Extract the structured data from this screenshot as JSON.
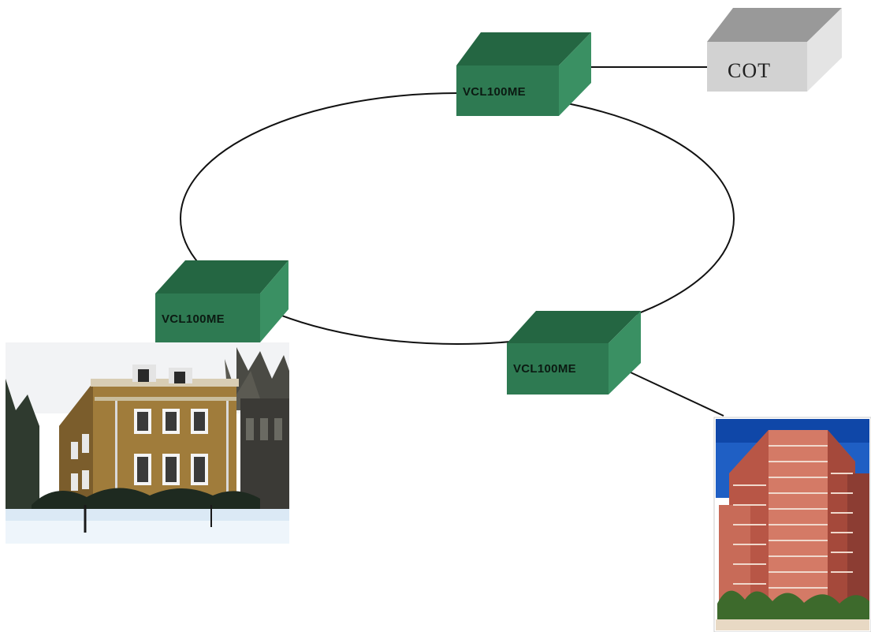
{
  "diagram": {
    "nodes": [
      {
        "id": "node-top",
        "label": "VCL100ME"
      },
      {
        "id": "node-left",
        "label": "VCL100ME"
      },
      {
        "id": "node-right",
        "label": "VCL100ME"
      }
    ],
    "cot": {
      "label": "COT"
    },
    "colors": {
      "box_front": "#2e7a52",
      "box_top": "#246642",
      "box_side": "#3a9063",
      "cot_front": "#d4d4d4",
      "cot_top": "#999999",
      "cot_side": "#e6e6e6",
      "line": "#111111"
    },
    "pictures": [
      {
        "id": "historic-building",
        "depicts": "brick building in snow"
      },
      {
        "id": "apartment-tower",
        "depicts": "red brick high-rise apartments"
      }
    ]
  }
}
